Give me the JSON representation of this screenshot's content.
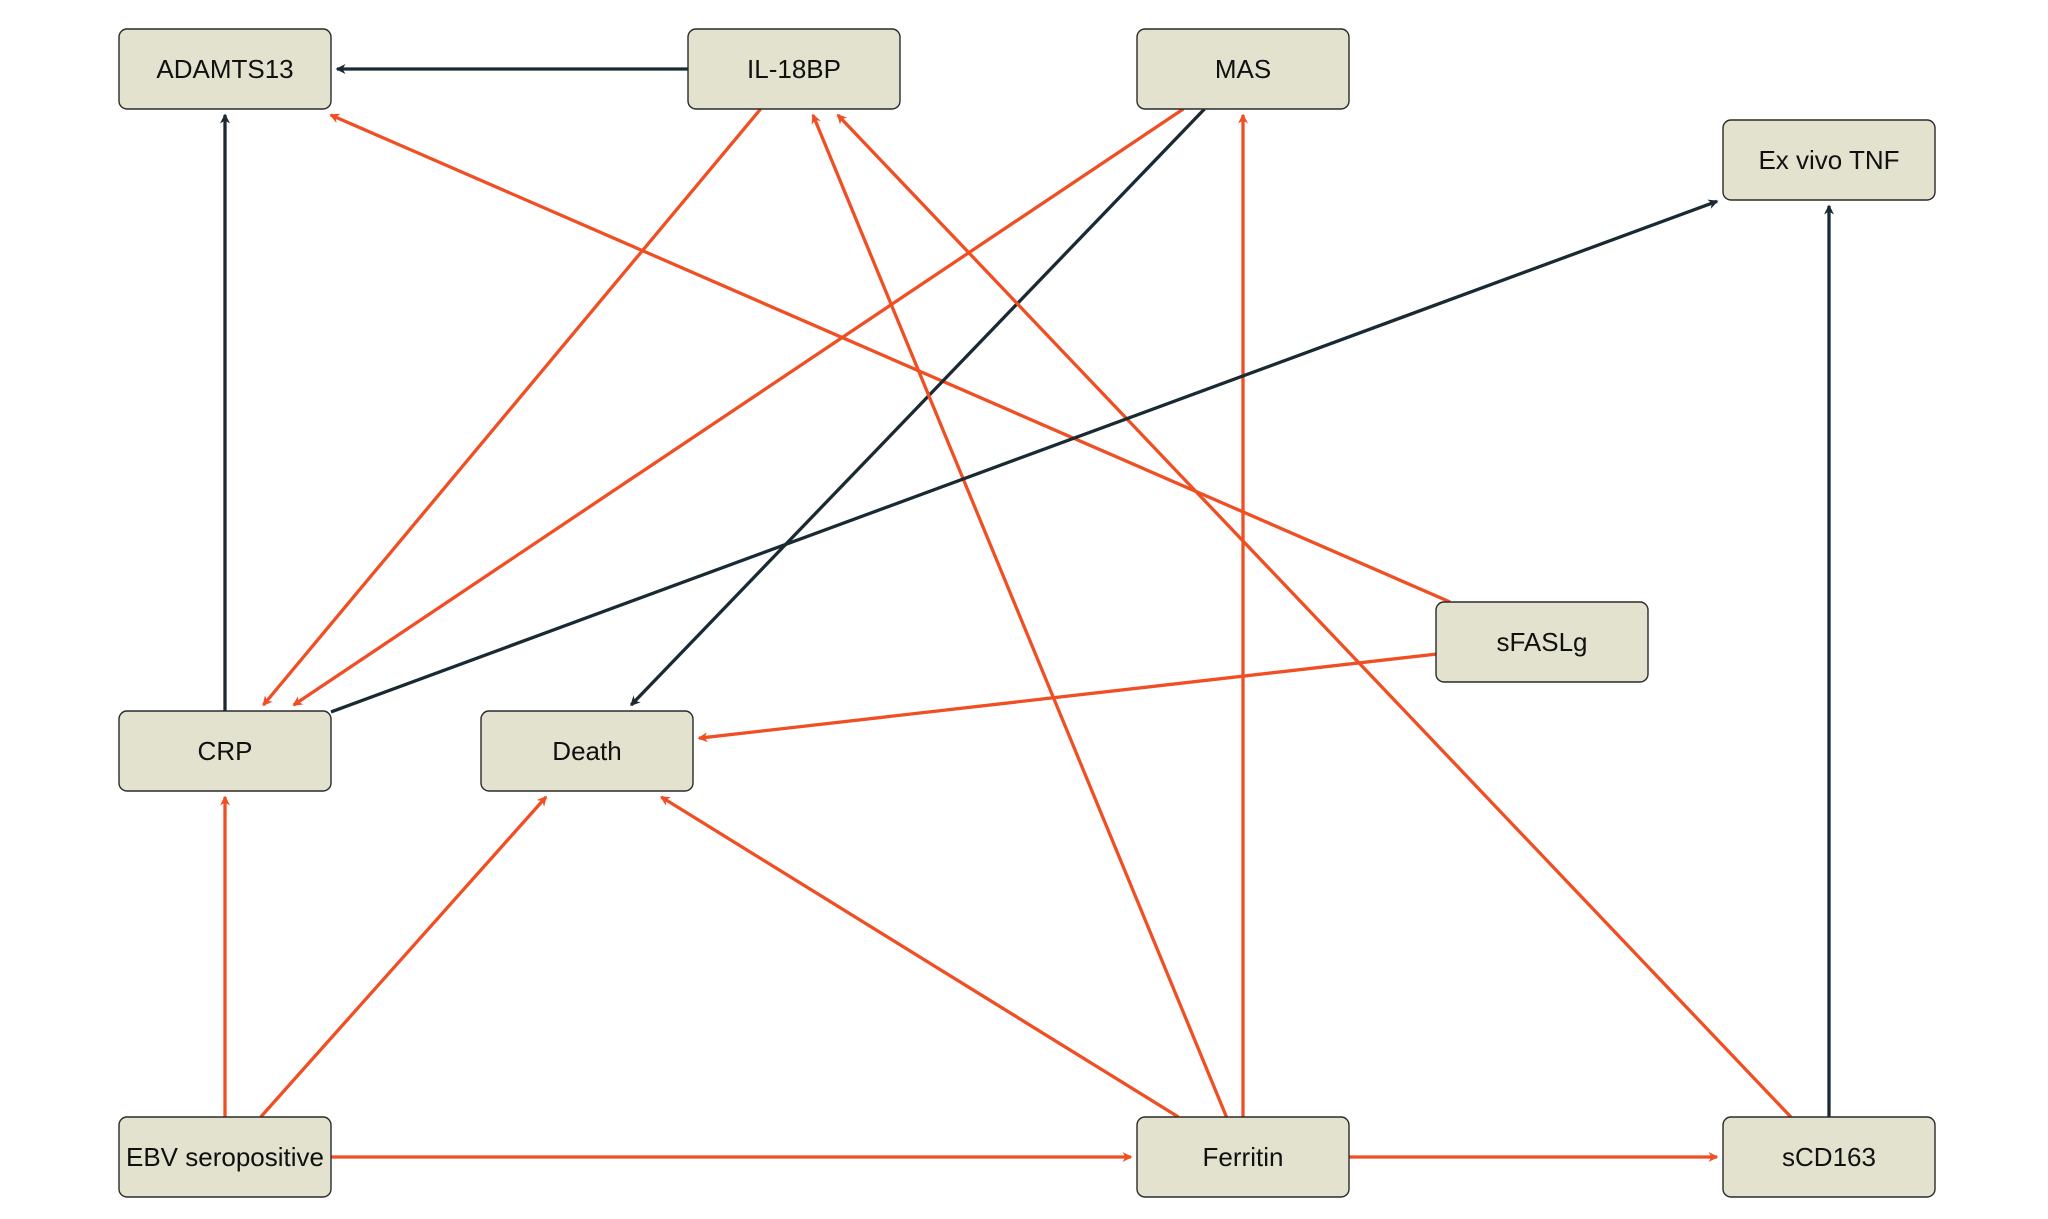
{
  "colors": {
    "positive": "#f04e23",
    "negative": "#1a2a33",
    "node_fill": "#e2e2ce",
    "node_border": "#2a2a2a",
    "background": "#ffffff"
  },
  "nodes": [
    {
      "id": "adamts13",
      "label": "ADAMTS13"
    },
    {
      "id": "il18bp",
      "label": "IL-18BP"
    },
    {
      "id": "mas",
      "label": "MAS"
    },
    {
      "id": "exvivotnf",
      "label": "Ex vivo TNF"
    },
    {
      "id": "sfaslg",
      "label": "sFASLg"
    },
    {
      "id": "crp",
      "label": "CRP"
    },
    {
      "id": "death",
      "label": "Death"
    },
    {
      "id": "ebv",
      "label": "EBV seropositive"
    },
    {
      "id": "ferritin",
      "label": "Ferritin"
    },
    {
      "id": "scd163",
      "label": "sCD163"
    }
  ],
  "edges": [
    {
      "from": "il18bp",
      "to": "adamts13",
      "effect": "negative"
    },
    {
      "from": "crp",
      "to": "adamts13",
      "effect": "negative"
    },
    {
      "from": "sfaslg",
      "to": "adamts13",
      "effect": "positive"
    },
    {
      "from": "il18bp",
      "to": "crp",
      "effect": "positive"
    },
    {
      "from": "mas",
      "to": "crp",
      "effect": "positive"
    },
    {
      "from": "mas",
      "to": "death",
      "effect": "negative"
    },
    {
      "from": "ferritin",
      "to": "il18bp",
      "effect": "positive"
    },
    {
      "from": "scd163",
      "to": "il18bp",
      "effect": "positive"
    },
    {
      "from": "ferritin",
      "to": "mas",
      "effect": "positive"
    },
    {
      "from": "crp",
      "to": "exvivotnf",
      "effect": "negative"
    },
    {
      "from": "scd163",
      "to": "exvivotnf",
      "effect": "negative"
    },
    {
      "from": "sfaslg",
      "to": "death",
      "effect": "positive"
    },
    {
      "from": "ebv",
      "to": "crp",
      "effect": "positive"
    },
    {
      "from": "ebv",
      "to": "death",
      "effect": "positive"
    },
    {
      "from": "ferritin",
      "to": "death",
      "effect": "positive"
    },
    {
      "from": "ebv",
      "to": "ferritin",
      "effect": "positive"
    },
    {
      "from": "ferritin",
      "to": "scd163",
      "effect": "positive"
    }
  ]
}
